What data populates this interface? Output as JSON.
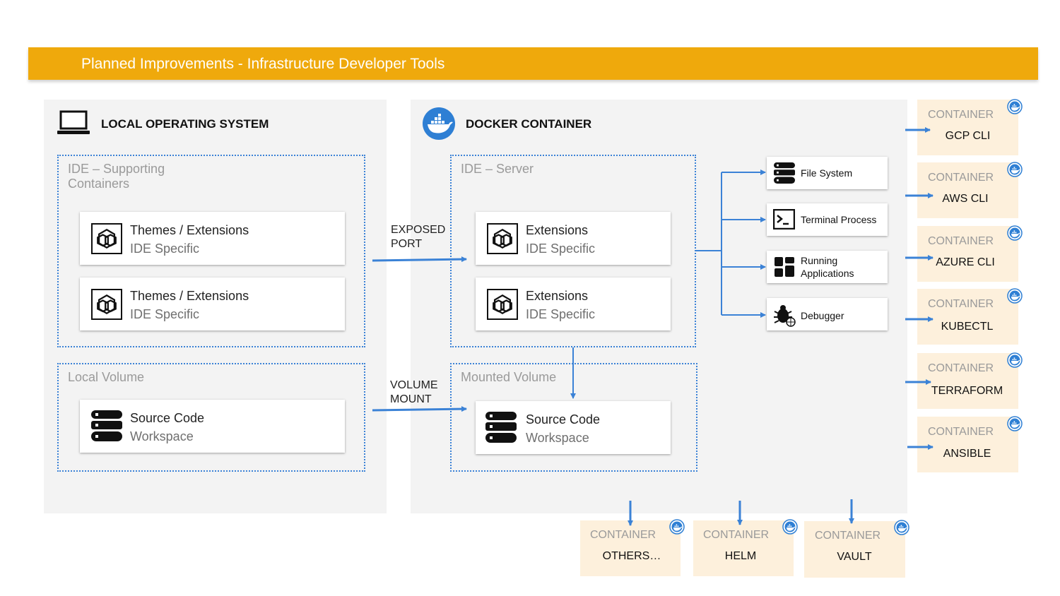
{
  "banner": {
    "title": "Planned Improvements - Infrastructure Developer Tools"
  },
  "local_os": {
    "title": "LOCAL OPERATING SYSTEM",
    "ide_group": {
      "label": "IDE – Supporting Containers",
      "cards": [
        {
          "title": "Themes / Extensions",
          "subtitle": "IDE Specific"
        },
        {
          "title": "Themes / Extensions",
          "subtitle": "IDE Specific"
        }
      ]
    },
    "volume_group": {
      "label": "Local Volume",
      "card": {
        "title": "Source Code",
        "subtitle": "Workspace"
      }
    }
  },
  "docker": {
    "title": "DOCKER CONTAINER",
    "ide_group": {
      "label": "IDE – Server",
      "cards": [
        {
          "title": "Extensions",
          "subtitle": "IDE Specific"
        },
        {
          "title": "Extensions",
          "subtitle": "IDE Specific"
        }
      ]
    },
    "volume_group": {
      "label": "Mounted Volume",
      "card": {
        "title": "Source Code",
        "subtitle": "Workspace"
      }
    }
  },
  "edges": {
    "exposed_port": [
      "EXPOSED",
      "PORT"
    ],
    "volume_mount": [
      "VOLUME",
      "MOUNT"
    ]
  },
  "services": [
    {
      "label": "File System",
      "icon": "database-icon"
    },
    {
      "label": "Terminal Process",
      "icon": "terminal-icon"
    },
    {
      "label": "Running Applications",
      "icon": "apps-grid-icon"
    },
    {
      "label": "Debugger",
      "icon": "bug-icon"
    }
  ],
  "side_containers": [
    {
      "kind": "CONTAINER",
      "name": "GCP CLI"
    },
    {
      "kind": "CONTAINER",
      "name": "AWS CLI"
    },
    {
      "kind": "CONTAINER",
      "name": "AZURE CLI"
    },
    {
      "kind": "CONTAINER",
      "name": "KUBECTL"
    },
    {
      "kind": "CONTAINER",
      "name": "TERRAFORM"
    },
    {
      "kind": "CONTAINER",
      "name": "ANSIBLE"
    }
  ],
  "bottom_containers": [
    {
      "kind": "CONTAINER",
      "name": "OTHERS…"
    },
    {
      "kind": "CONTAINER",
      "name": "HELM"
    },
    {
      "kind": "CONTAINER",
      "name": "VAULT"
    }
  ],
  "colors": {
    "banner": "#efa90c",
    "accent": "#3b82d6",
    "panel": "#f3f3f3",
    "container_box": "#fdf0dc"
  }
}
